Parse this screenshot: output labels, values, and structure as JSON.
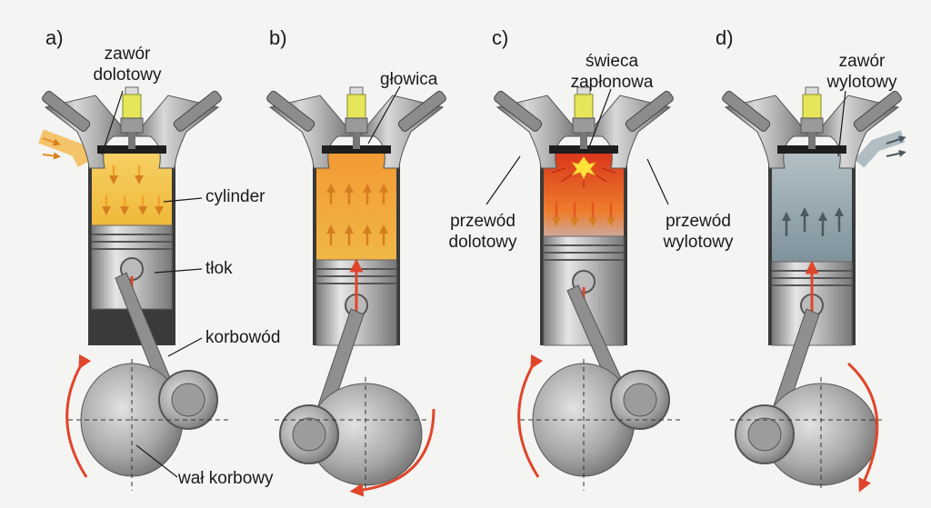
{
  "stages": [
    {
      "letter": "a)"
    },
    {
      "letter": "b)"
    },
    {
      "letter": "c)"
    },
    {
      "letter": "d)"
    }
  ],
  "labels": {
    "intake_valve_l1": "zawór",
    "intake_valve_l2": "dolotowy",
    "cylinder": "cylinder",
    "piston": "tłok",
    "connecting_rod": "korbowód",
    "crankshaft": "wał korbowy",
    "cylinder_head": "głowica",
    "spark_plug_l1": "świeca",
    "spark_plug_l2": "zapłonowa",
    "intake_port_l1": "przewód",
    "intake_port_l2": "dolotowy",
    "exhaust_port_l1": "przewód",
    "exhaust_port_l2": "wylotowy",
    "exhaust_valve_l1": "zawór",
    "exhaust_valve_l2": "wylotowy"
  },
  "colors": {
    "intake_mixture": "#f3c244",
    "compression": "#ee8a2a",
    "combustion": "#d9461f",
    "exhaust_gas": "#8ea1ac",
    "arrow": "#e0452b",
    "metal": "#a9a9a9",
    "head": "#1e1e1e"
  }
}
